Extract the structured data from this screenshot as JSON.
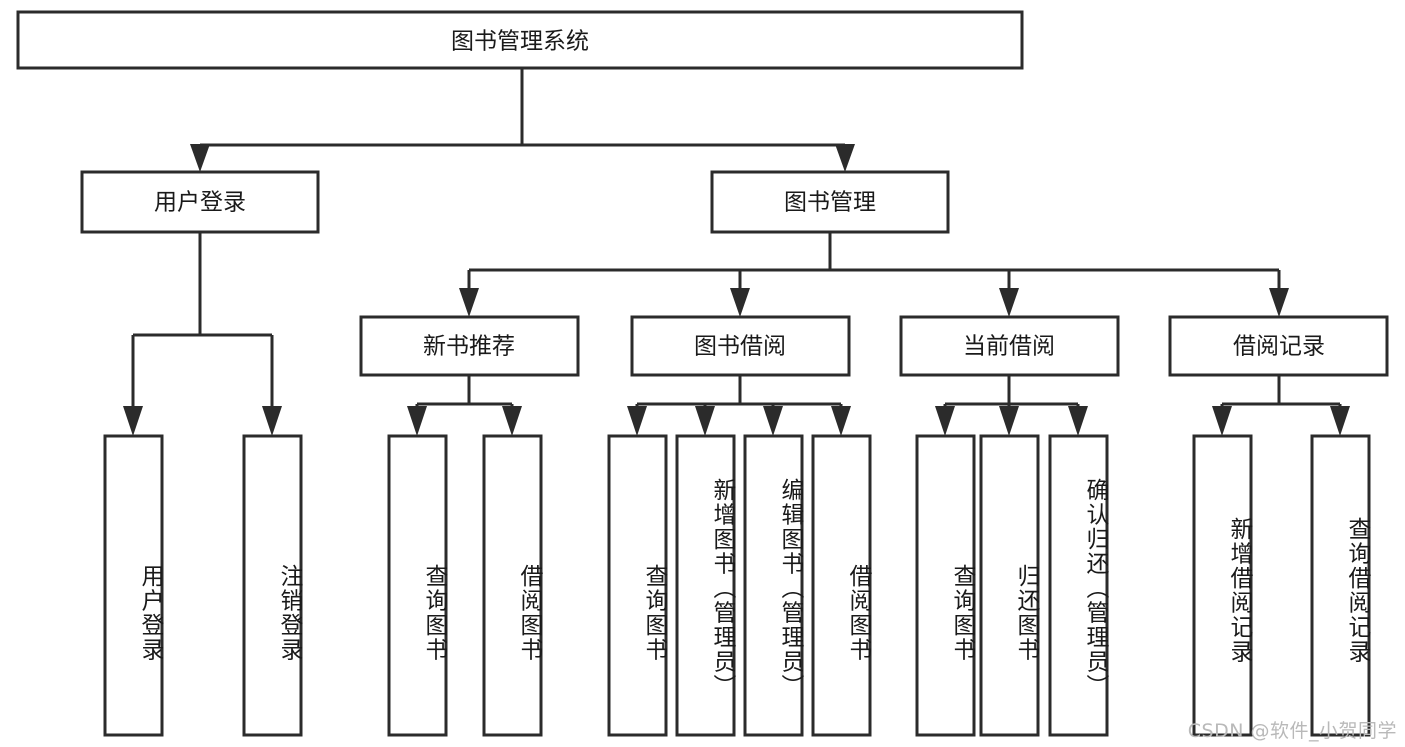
{
  "diagram": {
    "type": "tree",
    "title": "图书管理系统",
    "watermark": "CSDN @软件_小贺同学",
    "colors": {
      "stroke": "#2b2b2b",
      "fill": "#ffffff",
      "text": "#1a1a1a",
      "watermark": "#b9b9b9"
    },
    "root": {
      "label": "图书管理系统"
    },
    "level1": [
      {
        "label": "用户登录"
      },
      {
        "label": "图书管理"
      }
    ],
    "level2": [
      {
        "label": "新书推荐"
      },
      {
        "label": "图书借阅"
      },
      {
        "label": "当前借阅"
      },
      {
        "label": "借阅记录"
      }
    ],
    "leaves": {
      "user_login": [
        {
          "label": "用户登录"
        },
        {
          "label": "注销登录"
        }
      ],
      "new_book": [
        {
          "label": "查询图书"
        },
        {
          "label": "借阅图书"
        }
      ],
      "book_borrow": [
        {
          "label": "查询图书"
        },
        {
          "label": "新增图书（管理员）"
        },
        {
          "label": "编辑图书（管理员）"
        },
        {
          "label": "借阅图书"
        }
      ],
      "current_borrow": [
        {
          "label": "查询图书"
        },
        {
          "label": "归还图书"
        },
        {
          "label": "确认归还（管理员）"
        }
      ],
      "borrow_record": [
        {
          "label": "新增借阅记录"
        },
        {
          "label": "查询借阅记录"
        }
      ]
    }
  }
}
